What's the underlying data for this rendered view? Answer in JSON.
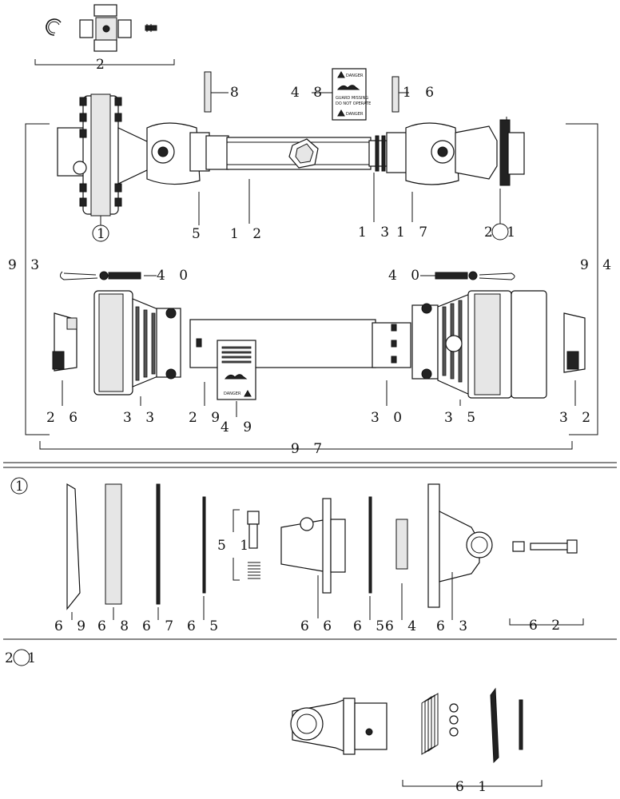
{
  "labels": {
    "l2": "2",
    "l8": "8",
    "l48": "4 8",
    "l16": "1 6",
    "l1": "1",
    "l5": "5",
    "l12": "1 2",
    "l13": "1 3",
    "l17": "1 7",
    "l21": "2 1",
    "l93": "9 3",
    "l94": "9 4",
    "l40a": "4 0",
    "l40b": "4 0",
    "l26": "2 6",
    "l33": "3 3",
    "l29": "2 9",
    "l49": "4 9",
    "l30": "3 0",
    "l35": "3 5",
    "l32": "3 2",
    "l97": "9 7",
    "d1": "1",
    "l51": "5 1",
    "l69": "6 9",
    "l68": "6 8",
    "l67": "6 7",
    "l65a": "6 5",
    "l66": "6 6",
    "l65b": "6 5",
    "l64": "6 4",
    "l63": "6 3",
    "l62": "6 2",
    "d21": "2 1",
    "l61": "6 1"
  },
  "decals": {
    "danger": "DANGER",
    "guard_line1": "GUARD MISSING",
    "guard_line2": "DO NOT OPERATE"
  },
  "colors": {
    "line": "#111111",
    "background": "#ffffff"
  }
}
